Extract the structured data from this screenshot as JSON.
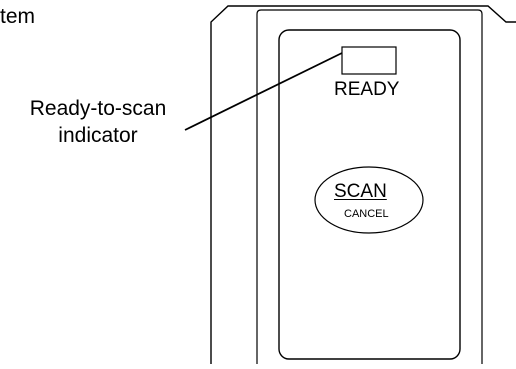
{
  "figure": {
    "top_text": "tem",
    "callout_line1": "Ready-to-scan",
    "callout_line2": "indicator",
    "ready_label": "READY",
    "scan_label": "SCAN",
    "cancel_label": "CANCEL"
  },
  "colors": {
    "line": "#000000",
    "background": "#ffffff"
  }
}
